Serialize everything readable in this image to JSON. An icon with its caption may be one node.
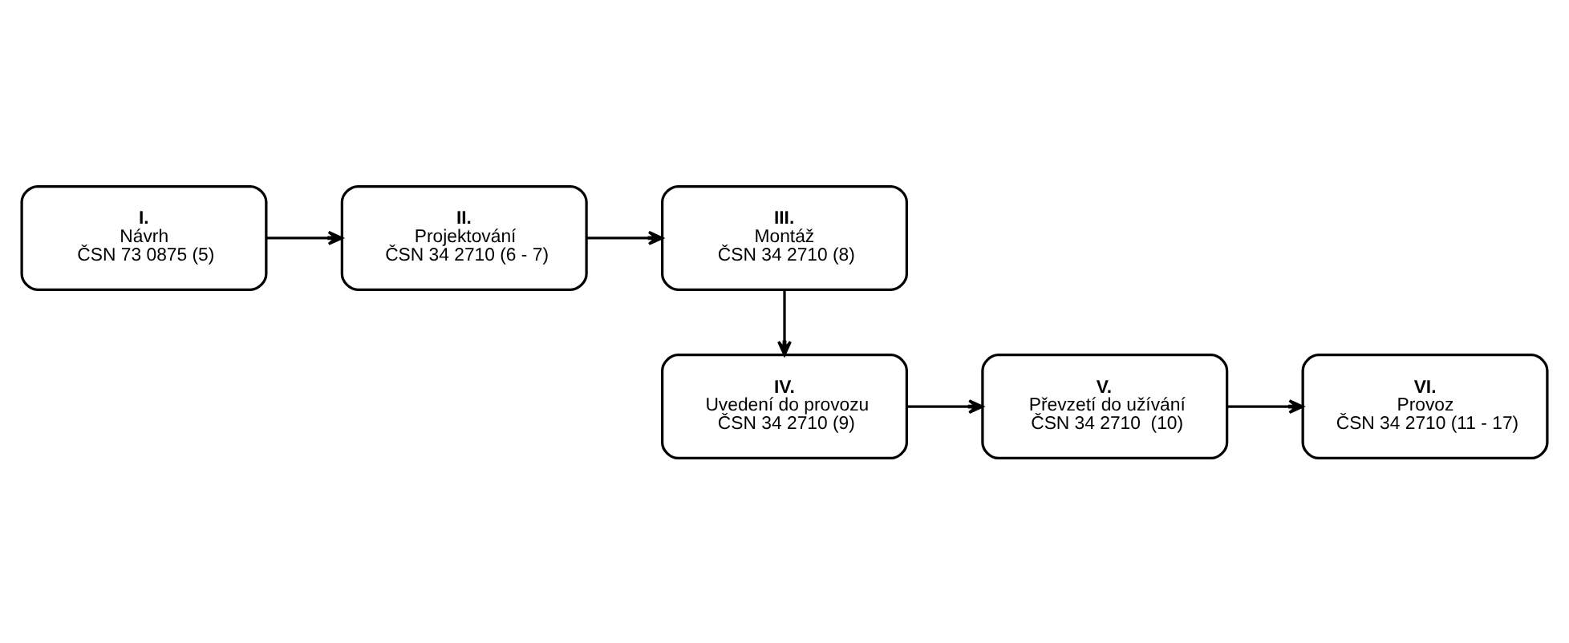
{
  "diagram": {
    "nodes": [
      {
        "text": [
          "I.",
          "Návrh",
          "ČSN 73 0875 (5)"
        ]
      },
      {
        "text": [
          "II.",
          "Projektování",
          "ČSN 34 2710 (6 - 7)"
        ]
      },
      {
        "text": [
          "III.",
          "Montáž",
          "ČSN 34 2710 (8)"
        ]
      },
      {
        "text": [
          "IV.",
          "Uvedení do provozu",
          "ČSN 34 2710 (9)"
        ]
      },
      {
        "text": [
          "V.",
          "Převzetí do užívání",
          "ČSN 34 2710  (10)"
        ]
      },
      {
        "text": [
          "VI.",
          "Provoz",
          "ČSN 34 2710 (11 - 17)"
        ]
      }
    ],
    "edges": [
      {
        "from": 0,
        "to": 1,
        "arrow": "to"
      },
      {
        "from": 1,
        "to": 2,
        "arrow": "to"
      },
      {
        "from": 2,
        "to": 3,
        "arrow": "to"
      },
      {
        "from": 3,
        "to": 4,
        "arrow": "to"
      },
      {
        "from": 4,
        "to": 5,
        "arrow": "to"
      }
    ]
  }
}
